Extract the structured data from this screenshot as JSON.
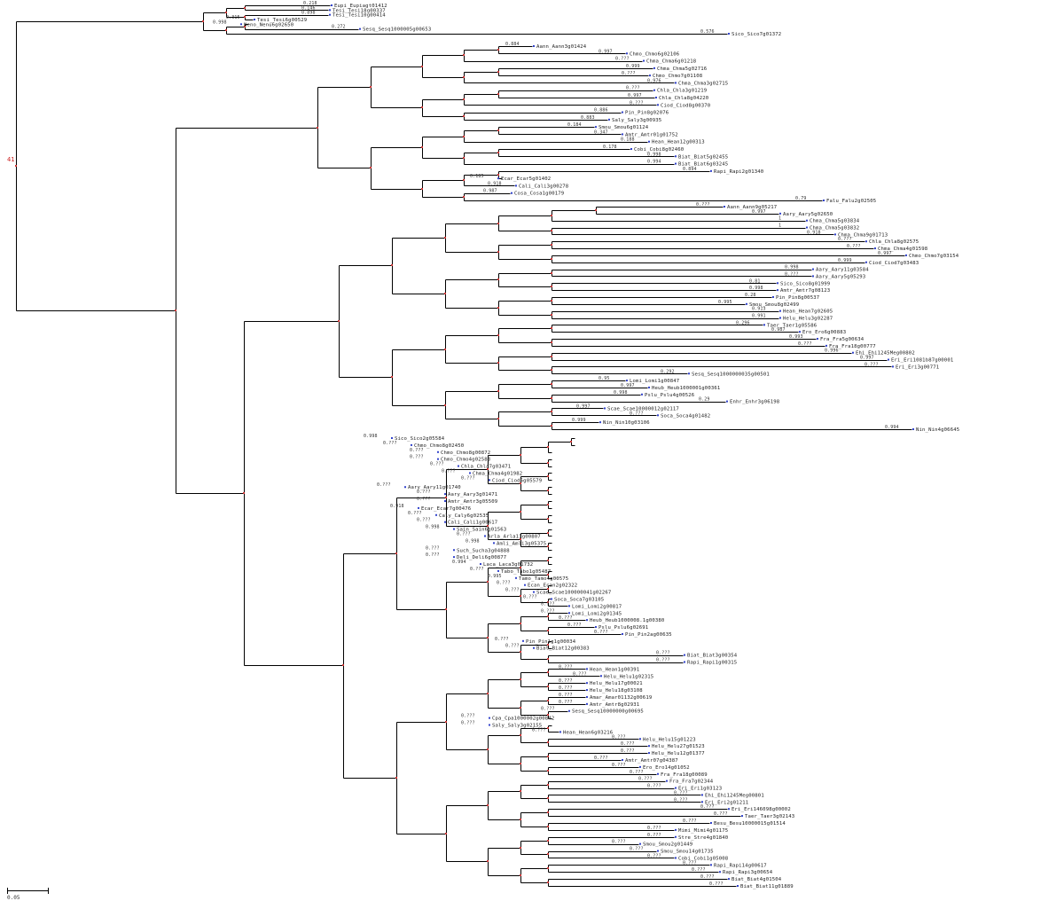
{
  "tree": {
    "root_label": "41",
    "node_dot_color": "#d03838",
    "tip_marker_color": "#3344cc",
    "branch_color": "#000000",
    "tips": [
      {
        "name": "Eupi_Eupiagt01412",
        "support": "0.218"
      },
      {
        "name": "Tesi_Tesi18g00337",
        "support": "0.146"
      },
      {
        "name": "Tesi_Tesi10g00414",
        "support": "0.898"
      },
      {
        "name": "Tesi_Tesi6g00529",
        "support": "0.315"
      },
      {
        "name": "Neno_Nenu6g02650",
        "support": "0.998"
      },
      {
        "name": "Sesq_Sesq1000005g00653",
        "support": "0.272"
      },
      {
        "name": "Sico_Sico7g01372",
        "support": "0.576"
      },
      {
        "name": "Aann_Aann3g01424",
        "support": "0.884"
      },
      {
        "name": "Chmo_Chmo6g02106",
        "support": "0.997"
      },
      {
        "name": "Chma_Chma6g01218",
        "support": "0.???"
      },
      {
        "name": "Chma_Chma5g02716",
        "support": "0.999"
      },
      {
        "name": "Chmo_Chmo7g01108",
        "support": "0.???"
      },
      {
        "name": "Chma_Chma3g02715",
        "support": "0.976"
      },
      {
        "name": "Chla_Chla3g01219",
        "support": "0.???"
      },
      {
        "name": "Chla_Chla8g04220",
        "support": "0.997"
      },
      {
        "name": "Ciod_Ciod8g00370",
        "support": "0.???"
      },
      {
        "name": "Pin_Pin8g02076",
        "support": "0.886"
      },
      {
        "name": "Saly_Saly3g00935",
        "support": "0.883"
      },
      {
        "name": "Smou_Smou6g01124",
        "support": "0.184"
      },
      {
        "name": "Amtr_Amtr01g01752",
        "support": "0.347"
      },
      {
        "name": "Hean_Hean12g00313",
        "support": "0.188"
      },
      {
        "name": "Cobi_Cobi8g02460",
        "support": "0.178"
      },
      {
        "name": "Biat_Biat5g02455",
        "support": "0.998"
      },
      {
        "name": "Biat_Biat6g03245",
        "support": "0.994"
      },
      {
        "name": "Rapi_Rapi2g01340",
        "support": "0.894"
      },
      {
        "name": "Ecar_Ecar5g01402",
        "support": "0.185"
      },
      {
        "name": "Cali_Cali3g00278",
        "support": "0.918"
      },
      {
        "name": "Cosa_Cosa1g00179",
        "support": "0.987"
      },
      {
        "name": "Falu_Falu2g02505",
        "support": "0.79"
      },
      {
        "name": "Aann_Aann9g05217",
        "support": "0.???"
      },
      {
        "name": "Aary_Aary5g02650",
        "support": "0.997"
      },
      {
        "name": "Chma_Chma5g03834",
        "support": "1"
      },
      {
        "name": "Chma_Chma5g03832",
        "support": "1"
      },
      {
        "name": "Chma_Chma9g01713",
        "support": "0.918"
      },
      {
        "name": "Chla_Chla8g02575",
        "support": "0.???"
      },
      {
        "name": "Chma_Chma4g01598",
        "support": "0.???"
      },
      {
        "name": "Chmo_Chmo7g03154",
        "support": "0.997"
      },
      {
        "name": "Ciod_Ciod7g03483",
        "support": "0.999"
      },
      {
        "name": "Aary_Aary11g03584",
        "support": "0.998"
      },
      {
        "name": "Aary_Aary5g05293",
        "support": "0.???"
      },
      {
        "name": "Sico_Sico8g01999",
        "support": "0.81"
      },
      {
        "name": "Amtr_Amtr7g08123",
        "support": "0.998"
      },
      {
        "name": "Pin_Pin8g00537",
        "support": "0.28"
      },
      {
        "name": "Smou_Smou8g02499",
        "support": "0.995"
      },
      {
        "name": "Hean_Hean7g02605",
        "support": "0.913"
      },
      {
        "name": "Helu_Helu3g02287",
        "support": "0.991"
      },
      {
        "name": "Taer_Taer1g05586",
        "support": "0.296"
      },
      {
        "name": "Ero_Ero6g00883",
        "support": "0.987"
      },
      {
        "name": "Fra_Fra5g00634",
        "support": "0.993"
      },
      {
        "name": "Fra_Fra18g00777",
        "support": "0.???"
      },
      {
        "name": "Ehi_Ehi1245Meg00802",
        "support": "0.996"
      },
      {
        "name": "Eri_Eri1081b87g00001",
        "support": "0.997"
      },
      {
        "name": "Eri_Eri3g00771",
        "support": "0.???"
      },
      {
        "name": "Sesq_Sesq1000000035g00501",
        "support": "0.292"
      },
      {
        "name": "Lomi_Lomi1g00847",
        "support": "0.95"
      },
      {
        "name": "Heub_Heub1000001g00361",
        "support": "0.997"
      },
      {
        "name": "Pslu_Pslu4g00526",
        "support": "0.998"
      },
      {
        "name": "Enhr_Enhr3g06198",
        "support": "0.29"
      },
      {
        "name": "Scae_Scae10000012g02117",
        "support": "0.997"
      },
      {
        "name": "Soca_Soca4g01482",
        "support": "0.???"
      },
      {
        "name": "Nin_Nin10g03106",
        "support": "0.999"
      },
      {
        "name": "Nin_Nin4g06645",
        "support": "0.994"
      },
      {
        "name": "Sico_Sico2g05584",
        "support": "0.998"
      },
      {
        "name": "Chmo_Chmo8g02450",
        "support": "0.???"
      },
      {
        "name": "Chmo_Chmo8g00872",
        "support": "0.???"
      },
      {
        "name": "Chmo_Chmo4g02583",
        "support": "0.???"
      },
      {
        "name": "Chla_Chla7g03471",
        "support": "0.???"
      },
      {
        "name": "Chma_Chma4g01982",
        "support": "0.???"
      },
      {
        "name": "Ciod_Ciod6g05579",
        "support": "0.???"
      },
      {
        "name": "Aary_Aary11g01740",
        "support": "0.???"
      },
      {
        "name": "Aary_Aary3g01471",
        "support": "0.???"
      },
      {
        "name": "Amtr_Amtr3g05509",
        "support": "0.???"
      },
      {
        "name": "Ecar_Ecar7g00476",
        "support": "0.918"
      },
      {
        "name": "Caly_Caly6g02535",
        "support": "0.???"
      },
      {
        "name": "Cali_Cali1g00617",
        "support": "0.???"
      },
      {
        "name": "Sain_Sain6g01563",
        "support": "0.998"
      },
      {
        "name": "Arla_Arla11g00807",
        "support": "0.???"
      },
      {
        "name": "Amli_Amli3g05375",
        "support": "0.998"
      },
      {
        "name": "Such_Sucha3g04888",
        "support": "0.???"
      },
      {
        "name": "Deli_Deli6g00877",
        "support": "0.???"
      },
      {
        "name": "Laca_Laca3g01732",
        "support": "0.994"
      },
      {
        "name": "Tabo_Tabo1g05487",
        "support": "0.???"
      },
      {
        "name": "Tamo_Tamo4g00575",
        "support": "0.995"
      },
      {
        "name": "Ecan_Ecan2g02322",
        "support": "0.???"
      },
      {
        "name": "Scae_Scae100000041g02267",
        "support": "0.???"
      },
      {
        "name": "Soca_Soca7g03105",
        "support": "0.???"
      },
      {
        "name": "Lomi_Lomi2g00817",
        "support": "0.???"
      },
      {
        "name": "Lomi_Lomi2g01345",
        "support": "0.???"
      },
      {
        "name": "Heub_Heub1000008.1g00380",
        "support": "0.???"
      },
      {
        "name": "Pslu_Pslu6g02691",
        "support": "0.???"
      },
      {
        "name": "Pin_Pin2ag00635",
        "support": "0.???"
      },
      {
        "name": "Pin_Pin1g1g00034",
        "support": "0.???"
      },
      {
        "name": "Biat_Biat12g00383",
        "support": "0.???"
      },
      {
        "name": "Biat_Biat3g00354",
        "support": "0.???"
      },
      {
        "name": "Rapi_Rapi1g00315",
        "support": "0.???"
      },
      {
        "name": "Hean_Hean1g00391",
        "support": "0.???"
      },
      {
        "name": "Helu_Helu1g02315",
        "support": "0.???"
      },
      {
        "name": "Helu_Helu17g00021",
        "support": "0.???"
      },
      {
        "name": "Helu_Helu18g03108",
        "support": "0.???"
      },
      {
        "name": "Amar_Amar01132g00619",
        "support": "0.???"
      },
      {
        "name": "Amtr_Amtr8g02931",
        "support": "0.???"
      },
      {
        "name": "Sesq_Sesq10000000g00695",
        "support": "0.???"
      },
      {
        "name": "Cpa_Cpa1000002g00842",
        "support": "0.???"
      },
      {
        "name": "Saly_Saly3g02155",
        "support": "0.???"
      },
      {
        "name": "Hean_Hean6g03216",
        "support": "0.???"
      },
      {
        "name": "Helu_Helu15g01223",
        "support": "0.???"
      },
      {
        "name": "Helu_Helu27g01523",
        "support": "0.???"
      },
      {
        "name": "Helu_Helu12g01377",
        "support": "0.???"
      },
      {
        "name": "Amtr_Amtr07g04387",
        "support": "0.???"
      },
      {
        "name": "Ero_Ero14g01052",
        "support": "0.???"
      },
      {
        "name": "Fra_Fra18g00089",
        "support": "0.???"
      },
      {
        "name": "Fra_Fra7g02344",
        "support": "0.???"
      },
      {
        "name": "Eri_Eri1g03123",
        "support": "0.???"
      },
      {
        "name": "Ehi_Ehi1245Meg00801",
        "support": "0.???"
      },
      {
        "name": "Eri_Eri2g01211",
        "support": "0.???"
      },
      {
        "name": "Eri_Eri146098g00002",
        "support": "0.???"
      },
      {
        "name": "Taer_Taer3g02143",
        "support": "0.???"
      },
      {
        "name": "Besu_Besu10000015g01514",
        "support": "0.???"
      },
      {
        "name": "Mimi_Mimi4g01175",
        "support": "0.???"
      },
      {
        "name": "Stre_Stre4g01840",
        "support": "0.???"
      },
      {
        "name": "Smou_Smou2g01449",
        "support": "0.???"
      },
      {
        "name": "Smou_Smou14g01735",
        "support": "0.???"
      },
      {
        "name": "Cobi_Cobi1g05008",
        "support": "0.???"
      },
      {
        "name": "Rapi_Rapi14g00617",
        "support": "0.???"
      },
      {
        "name": "Rapi_Rapi3g00654",
        "support": "0.???"
      },
      {
        "name": "Biat_Biat4g01504",
        "support": "0.???"
      },
      {
        "name": "Biat_Biat11g01889",
        "support": "0.???"
      }
    ]
  },
  "scale_bar": {
    "label": "0.05"
  }
}
